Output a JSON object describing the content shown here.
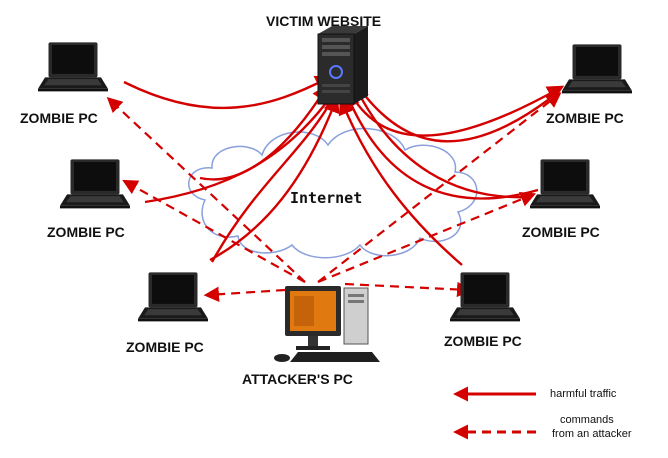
{
  "victim": {
    "label": "VICTIM WEBSITE"
  },
  "cloud": {
    "label": "Internet"
  },
  "attacker": {
    "label": "ATTACKER'S PC"
  },
  "zombies": [
    {
      "label": "ZOMBIE PC"
    },
    {
      "label": "ZOMBIE PC"
    },
    {
      "label": "ZOMBIE PC"
    },
    {
      "label": "ZOMBIE PC"
    },
    {
      "label": "ZOMBIE PC"
    },
    {
      "label": "ZOMBIE PC"
    }
  ],
  "legend": {
    "harmful": "harmful traffic",
    "commands_line1": "commands",
    "commands_line2": "from an attacker"
  },
  "colors": {
    "arrow": "#d40000",
    "cloud": "#8aa0dc",
    "laptop": "#1a1a1a"
  }
}
